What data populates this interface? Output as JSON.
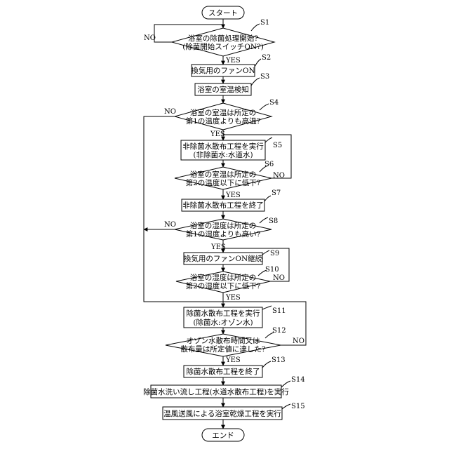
{
  "start": "スタート",
  "end": "エンド",
  "steps": {
    "s1": {
      "id": "S1",
      "line1": "浴室の除菌処理開始?",
      "line2": "(除菌開始スイッチON?)"
    },
    "s2": {
      "id": "S2",
      "text": "換気用のファンON"
    },
    "s3": {
      "id": "S3",
      "text": "浴室の室温検知"
    },
    "s4": {
      "id": "S4",
      "line1": "浴室の室温は所定の",
      "line2": "第1の温度よりも高温?"
    },
    "s5": {
      "id": "S5",
      "line1": "非除菌水散布工程を実行",
      "line2": "(非除菌水:水道水)"
    },
    "s6": {
      "id": "S6",
      "line1": "浴室の室温は所定の",
      "line2": "第2の温度以下に低下?"
    },
    "s7": {
      "id": "S7",
      "text": "非除菌水散布工程を終了"
    },
    "s8": {
      "id": "S8",
      "line1": "浴室の湿度は所定の",
      "line2": "第1の湿度よりも高い?"
    },
    "s9": {
      "id": "S9",
      "text": "換気用のファンON継続"
    },
    "s10": {
      "id": "S10",
      "line1": "浴室の湿度は所定の",
      "line2": "第2の湿度以下に低下?"
    },
    "s11": {
      "id": "S11",
      "line1": "除菌水散布工程を実行",
      "line2": "(除菌水:オゾン水)"
    },
    "s12": {
      "id": "S12",
      "line1": "オゾン水散布時間又は",
      "line2": "散布量は所定値に達した?"
    },
    "s13": {
      "id": "S13",
      "text": "除菌水散布工程を終了"
    },
    "s14": {
      "id": "S14",
      "text": "除菌水洗い流し工程(水道水散布工程)を実行"
    },
    "s15": {
      "id": "S15",
      "text": "温風送風による浴室乾燥工程を実行"
    }
  },
  "labels": {
    "yes": "YES",
    "no": "NO"
  }
}
